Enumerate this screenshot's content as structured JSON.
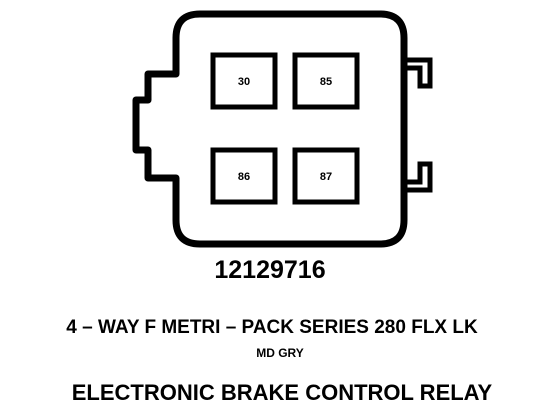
{
  "pins": [
    {
      "label": "30"
    },
    {
      "label": "85"
    },
    {
      "label": "86"
    },
    {
      "label": "87"
    }
  ],
  "part_number": "12129716",
  "connector_description": "4 – WAY F METRI – PACK SERIES 280 FLX LK",
  "connector_color": "MD GRY",
  "component_name": "ELECTRONIC BRAKE CONTROL RELAY"
}
